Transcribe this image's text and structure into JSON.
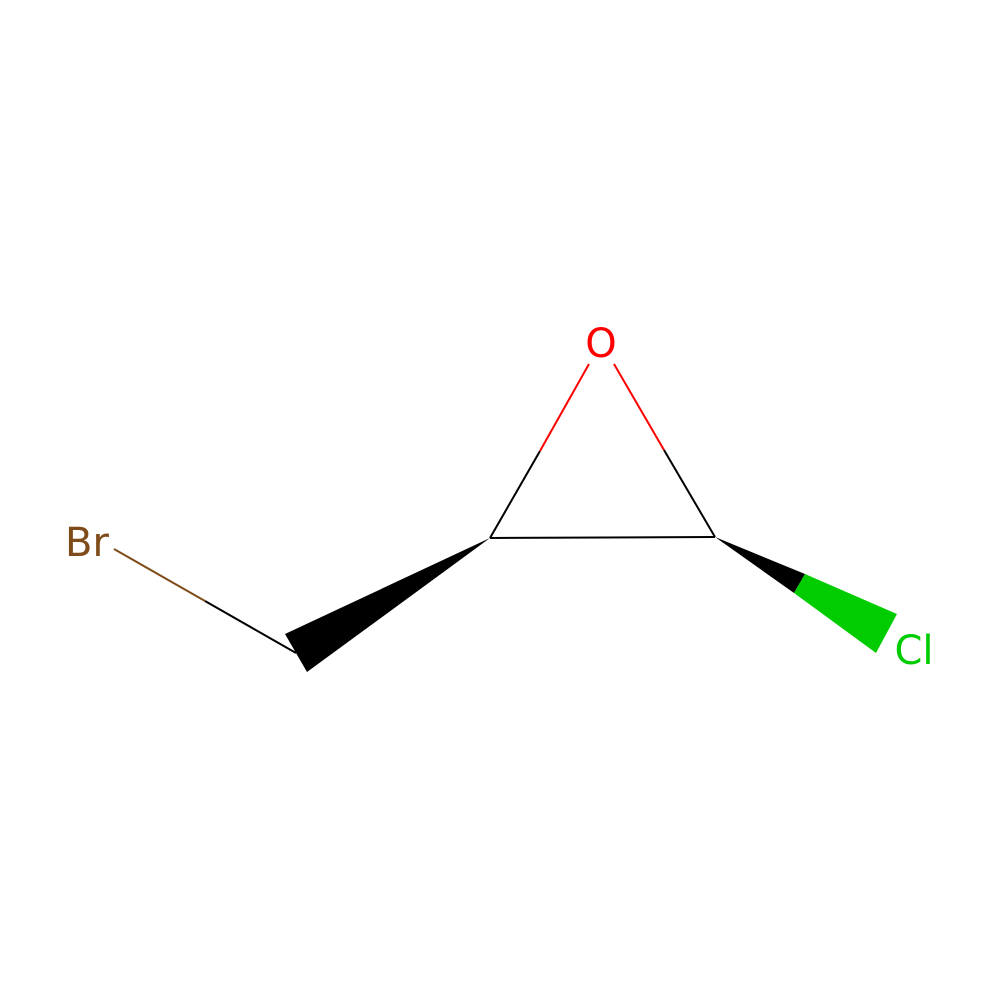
{
  "atoms": {
    "oxygen": {
      "label": "O",
      "color": "#FF0000"
    },
    "bromine": {
      "label": "Br",
      "color": "#7F4C19"
    },
    "chlorine": {
      "label": "Cl",
      "color": "#00CC00"
    }
  },
  "colors": {
    "carbon_bond": "#000000",
    "background": "#FFFFFF"
  }
}
